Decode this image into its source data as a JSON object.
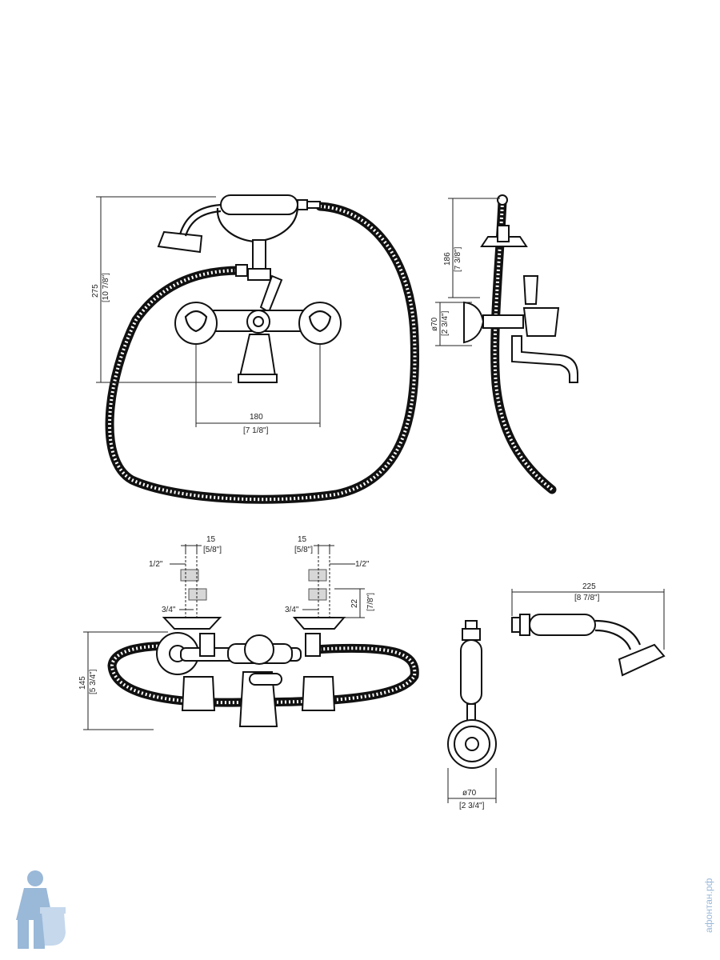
{
  "dimensions": {
    "front_height_mm": "275",
    "front_height_in": "[10 7/8\"]",
    "front_width_mm": "180",
    "front_width_in": "[7 1/8\"]",
    "side_height_mm": "186",
    "side_height_in": "[7 3/8\"]",
    "side_diameter_mm": "ø70",
    "side_diameter_in": "[2 3/4\"]",
    "top_left_offset_mm": "15",
    "top_left_offset_in": "[5/8\"]",
    "top_right_offset_mm": "15",
    "top_right_offset_in": "[5/8\"]",
    "thread_half_left": "1/2\"",
    "thread_half_right": "1/2\"",
    "thread_three_quarter_left": "3/4\"",
    "thread_three_quarter_right": "3/4\"",
    "thread_depth_mm": "22",
    "thread_depth_in": "[7/8\"]",
    "plan_depth_mm": "145",
    "plan_depth_in": "[5 3/4\"]",
    "holder_diameter_mm": "ø70",
    "holder_diameter_in": "[2 3/4\"]",
    "handshower_length_mm": "225",
    "handshower_length_in": "[8 7/8\"]"
  },
  "watermark": {
    "text": "афонтан.рф",
    "color": "#9ab8d8",
    "icon": "plumber-mascot-icon"
  },
  "colors": {
    "line": "#111111",
    "hatch": "#d7d7d7"
  }
}
